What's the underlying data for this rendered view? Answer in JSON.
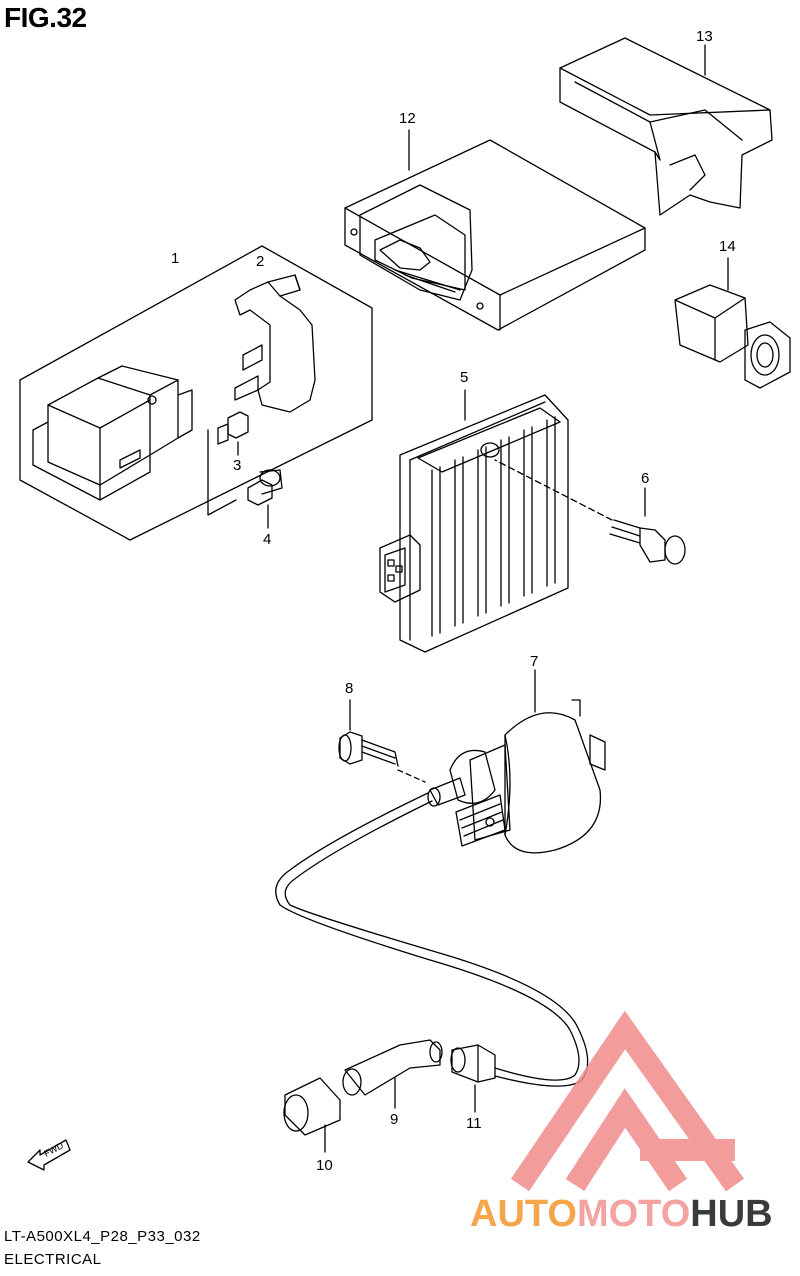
{
  "figure": {
    "title": "FIG.32"
  },
  "callouts": [
    "1",
    "2",
    "3",
    "4",
    "5",
    "6",
    "7",
    "8",
    "9",
    "10",
    "11",
    "12",
    "13",
    "14"
  ],
  "direction_label": "FWD",
  "footer": {
    "code": "LT-A500XL4_P28_P33_032",
    "section": "ELECTRICAL"
  },
  "watermark": {
    "auto": "AUTO",
    "moto": "MOTO",
    "hub": "HUB",
    "color_auto": "#f5a54a",
    "color_moto": "#f4a3a3",
    "color_hub": "#3a3a3a",
    "logo_color": "#f28b8b"
  }
}
